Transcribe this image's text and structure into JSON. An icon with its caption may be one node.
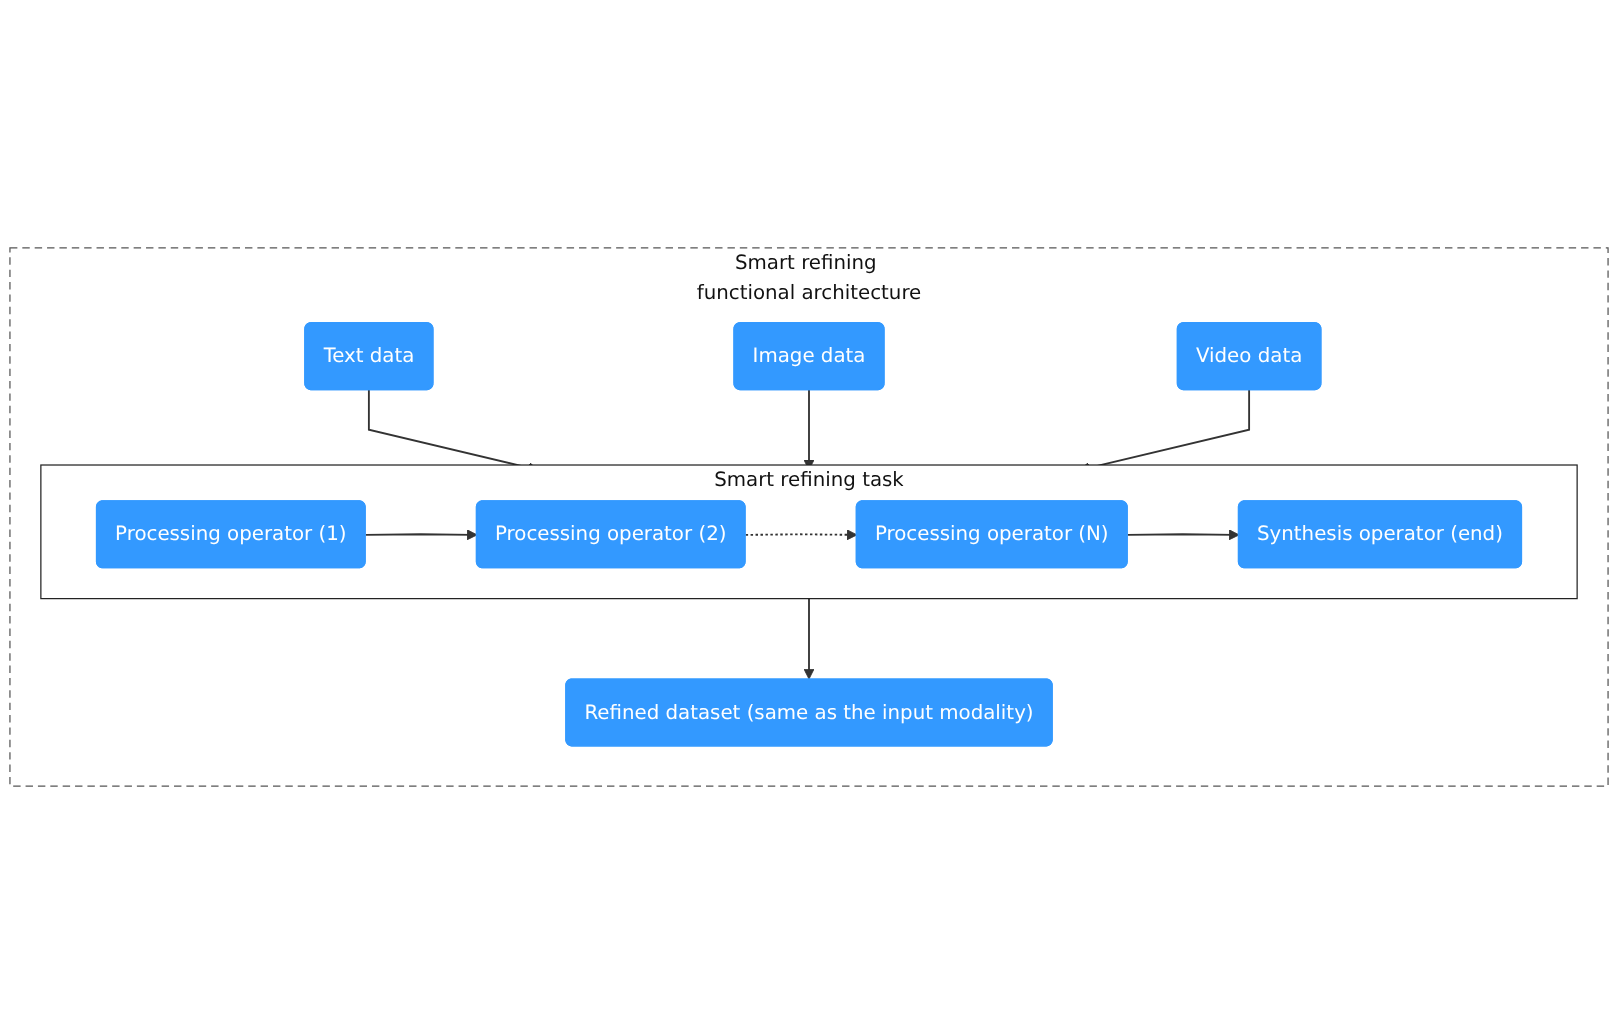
{
  "diagram": {
    "nodes": [
      {
        "text": [
          "Smart refining functional architecture"
        ]
      },
      {
        "text": [
          "Text data"
        ],
        "in": 0
      },
      {
        "text": [
          "Image data"
        ],
        "in": 0
      },
      {
        "text": [
          "Video data"
        ],
        "in": 0
      },
      {
        "text": [
          "Smart refining task"
        ],
        "in": 0
      },
      {
        "text": [
          "Processing operator (1)"
        ],
        "in": 4
      },
      {
        "text": [
          "Processing operator (2)"
        ],
        "in": 4
      },
      {
        "text": [
          "Processing operator (N)"
        ],
        "in": 4
      },
      {
        "text": [
          "Synthesis operator (end)"
        ],
        "in": 4
      },
      {
        "text": [
          "Refined dataset (same as the input modality)"
        ],
        "in": 0
      }
    ],
    "edges": [
      {
        "from": 1,
        "to": 4,
        "arrow": "to"
      },
      {
        "from": 2,
        "to": 4,
        "arrow": "to"
      },
      {
        "from": 3,
        "to": 4,
        "arrow": "to"
      },
      {
        "from": 5,
        "to": 6,
        "arrow": "to"
      },
      {
        "from": 6,
        "to": 7,
        "arrow": "to",
        "style": "dashed"
      },
      {
        "from": 7,
        "to": 8,
        "arrow": "to"
      },
      {
        "from": 4,
        "to": 9,
        "arrow": "to"
      }
    ]
  }
}
